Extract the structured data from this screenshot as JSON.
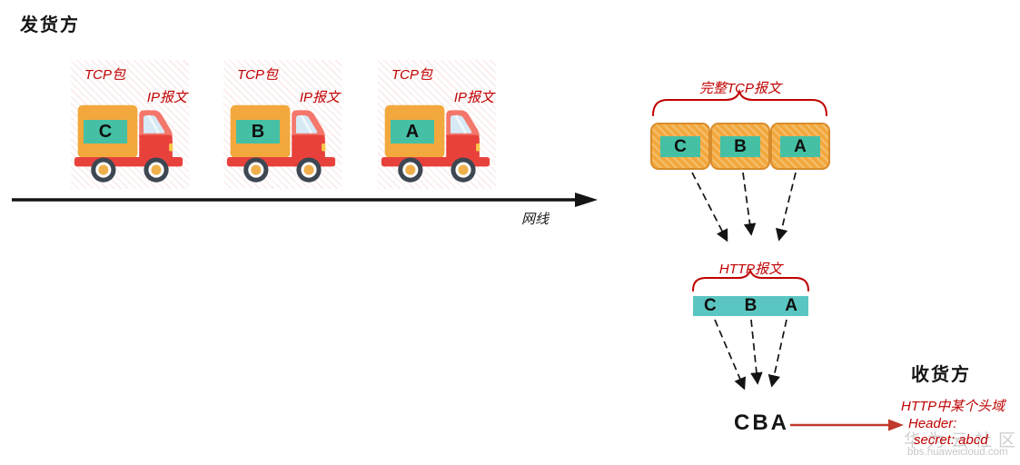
{
  "sender": {
    "title": "发货方"
  },
  "receiver": {
    "title": "收货方",
    "note_line1": "HTTP中某个头域",
    "note_line2": "Header:",
    "note_line3": "secret: abcd"
  },
  "network": {
    "label": "网线"
  },
  "trucks": [
    {
      "tcp_label": "TCP包",
      "ip_label": "IP报文",
      "letter": "C"
    },
    {
      "tcp_label": "TCP包",
      "ip_label": "IP报文",
      "letter": "B"
    },
    {
      "tcp_label": "TCP包",
      "ip_label": "IP报文",
      "letter": "A"
    }
  ],
  "tcp_message": {
    "label": "完整TCP报文",
    "segments": [
      "C",
      "B",
      "A"
    ]
  },
  "http_message": {
    "label": "HTTP报文",
    "segments": [
      "C",
      "B",
      "A"
    ]
  },
  "assembled_text": "CBA",
  "watermark": {
    "text": "华为云社区",
    "url": "bbs.huaweicloud.com"
  },
  "colors": {
    "accent-red": "#C00000",
    "arrow-red": "#C0392B",
    "cargo-orange": "#F2A83C",
    "box-border-orange": "#D98C2B",
    "tag-teal": "#45C0A5",
    "bar-teal": "#5BC6C1",
    "truck-red": "#E8413C",
    "line-black": "#141414",
    "watermark-gray": "#BFBFBF"
  }
}
